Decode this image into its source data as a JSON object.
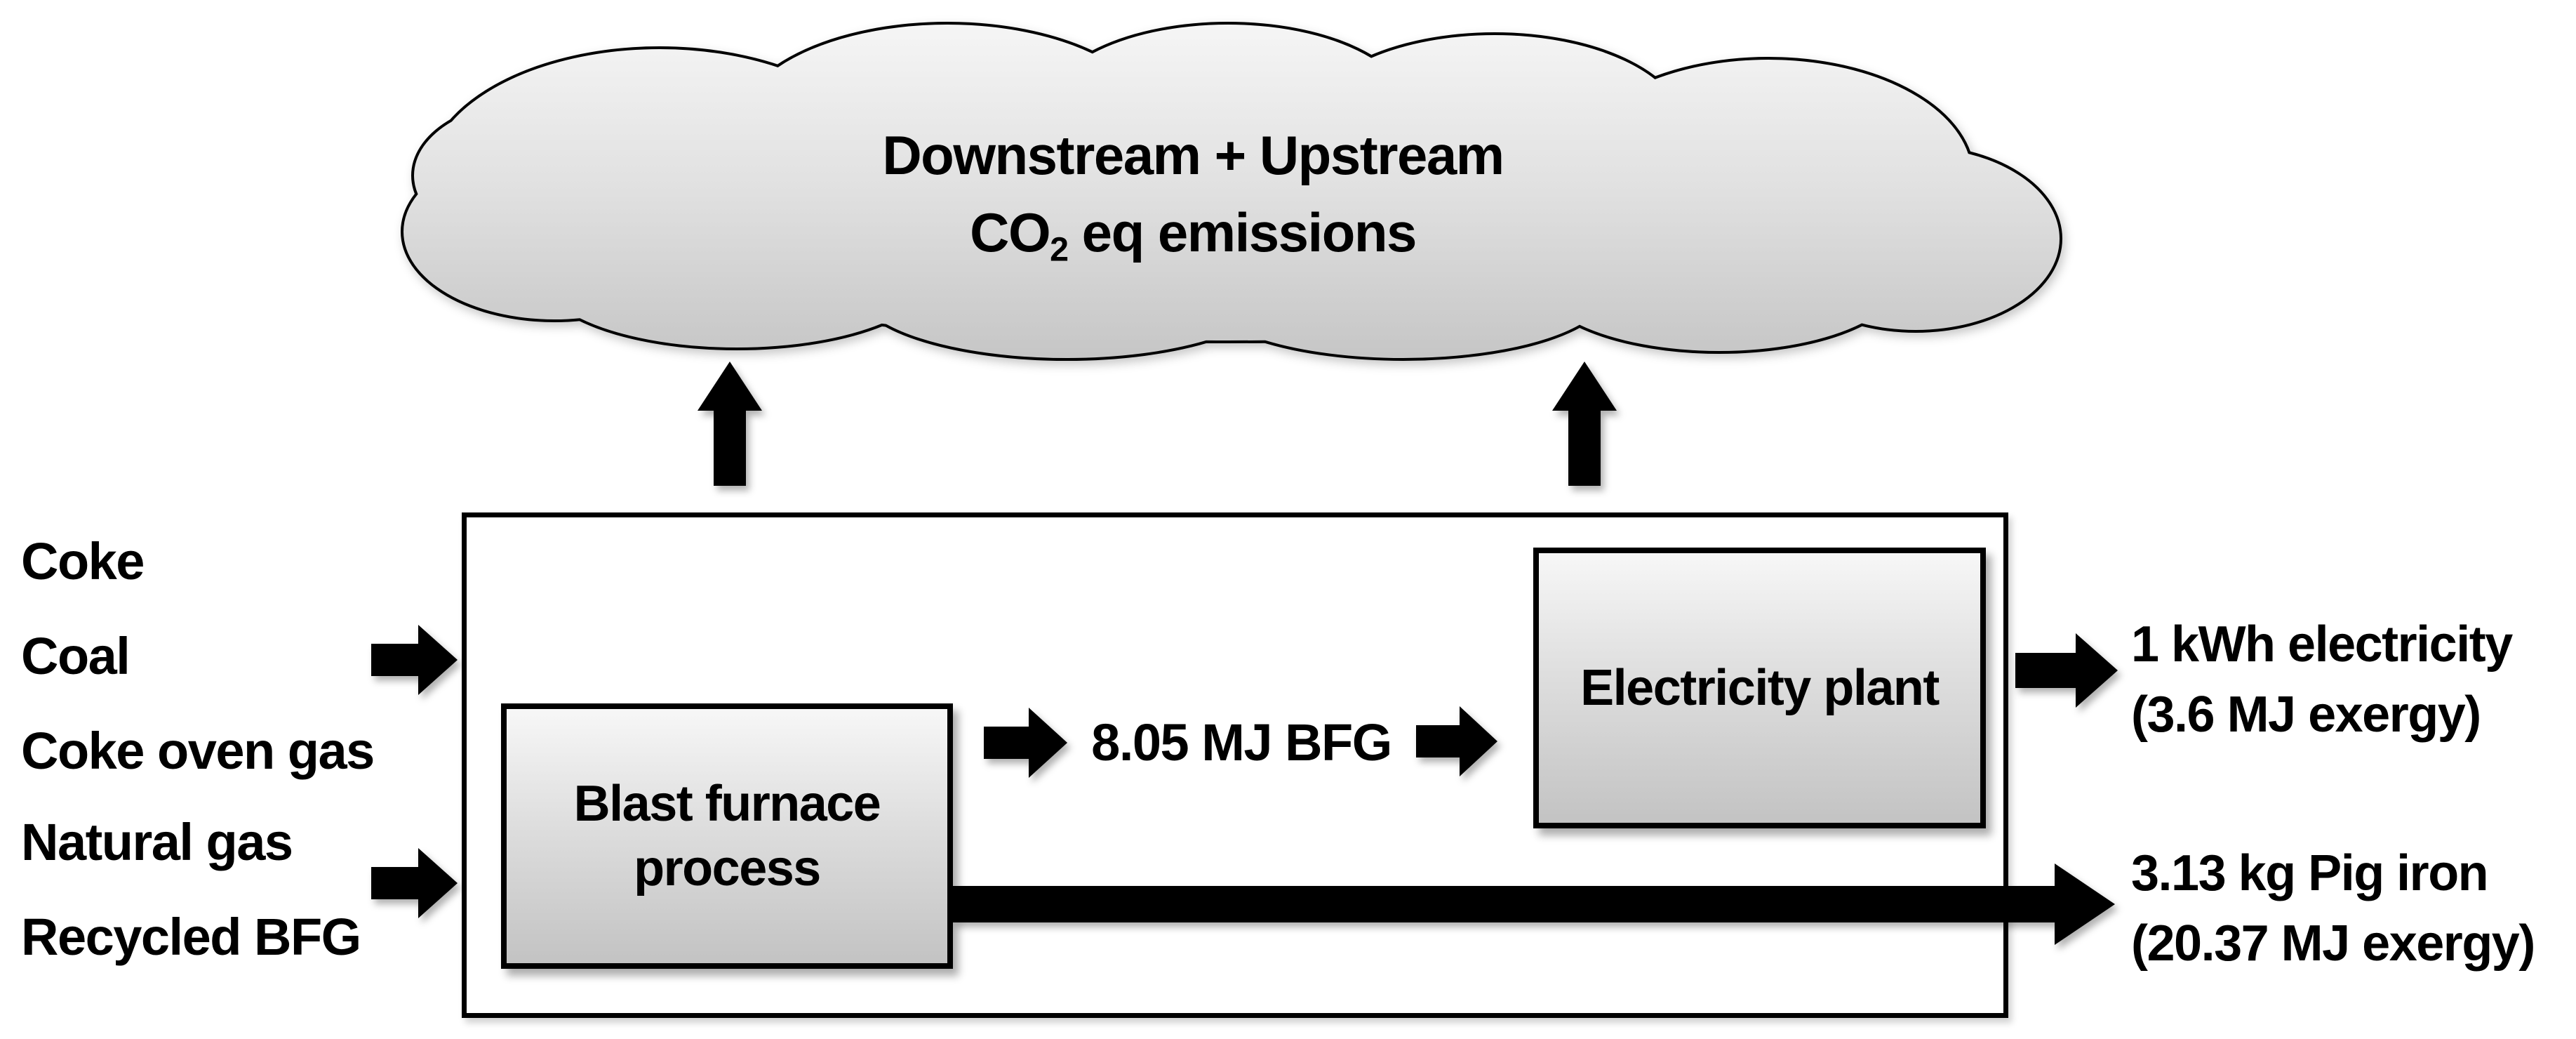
{
  "cloud": {
    "line1": "Downstream + Upstream",
    "line2_pre": "CO",
    "line2_sub": "2",
    "line2_post": " eq emissions"
  },
  "inputs": {
    "items": [
      "Coke",
      "Coal",
      "Coke oven gas",
      "Natural gas",
      "Recycled BFG"
    ]
  },
  "process": {
    "blast_furnace_line1": "Blast furnace",
    "blast_furnace_line2": "process",
    "electricity_plant": "Electricity plant",
    "bfg_flow": "8.05 MJ BFG"
  },
  "outputs": {
    "electricity_line1": "1 kWh electricity",
    "electricity_line2": "(3.6 MJ exergy)",
    "pig_iron_line1": "3.13 kg Pig iron",
    "pig_iron_line2": "(20.37 MJ exergy)"
  },
  "colors": {
    "background": "#ffffff",
    "stroke": "#000000",
    "shape_fill_top": "#f7f7f7",
    "shape_fill_bottom": "#c3c3c3"
  }
}
